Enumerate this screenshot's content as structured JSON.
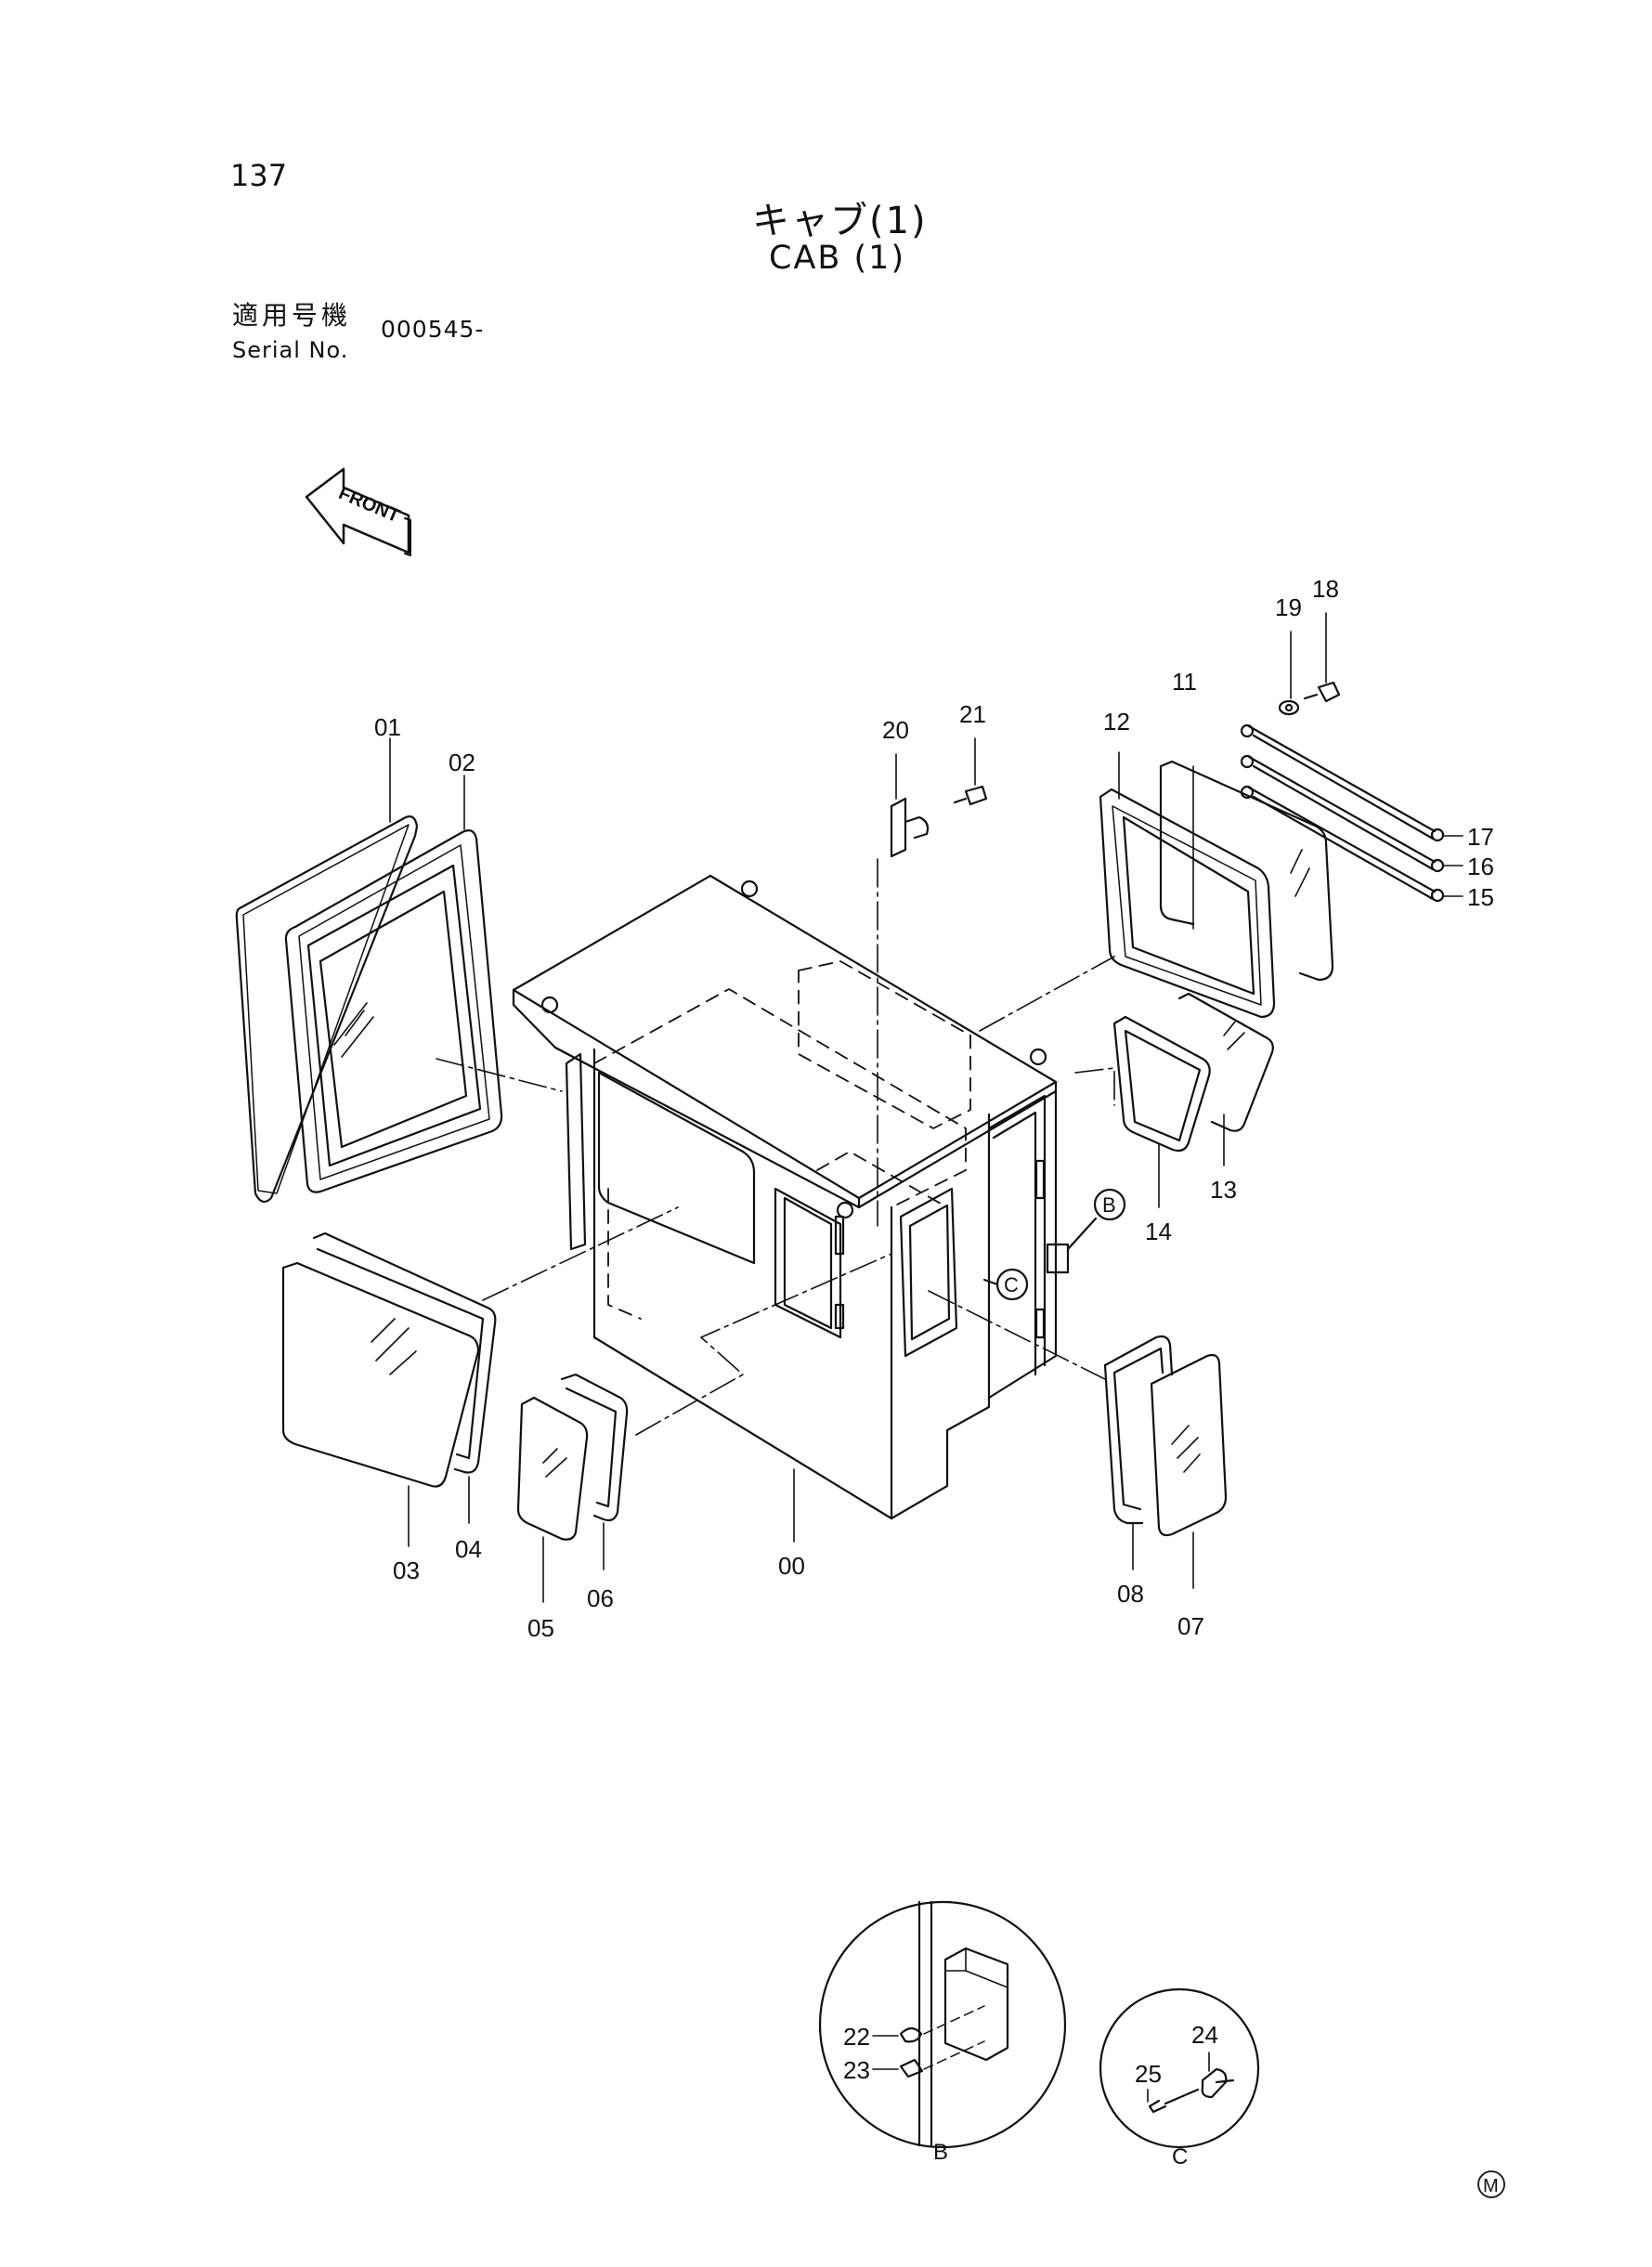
{
  "header": {
    "page_number": "137",
    "title_jp": "キャブ(1)",
    "title_en": "CAB (1)",
    "serial_label_jp": "適用号機",
    "serial_label_en": "Serial No.",
    "serial_value": "000545-"
  },
  "front_marker": {
    "label": "FRONT"
  },
  "callouts": {
    "p00": "00",
    "p01": "01",
    "p02": "02",
    "p03": "03",
    "p04": "04",
    "p05": "05",
    "p06": "06",
    "p07": "07",
    "p08": "08",
    "p11": "11",
    "p12": "12",
    "p13": "13",
    "p14": "14",
    "p15": "15",
    "p16": "16",
    "p17": "17",
    "p18": "18",
    "p19": "19",
    "p20": "20",
    "p21": "21",
    "p22": "22",
    "p23": "23",
    "p24": "24",
    "p25": "25"
  },
  "detail_refs": {
    "b": "B",
    "c": "C"
  },
  "footer": {
    "mark": "M"
  }
}
